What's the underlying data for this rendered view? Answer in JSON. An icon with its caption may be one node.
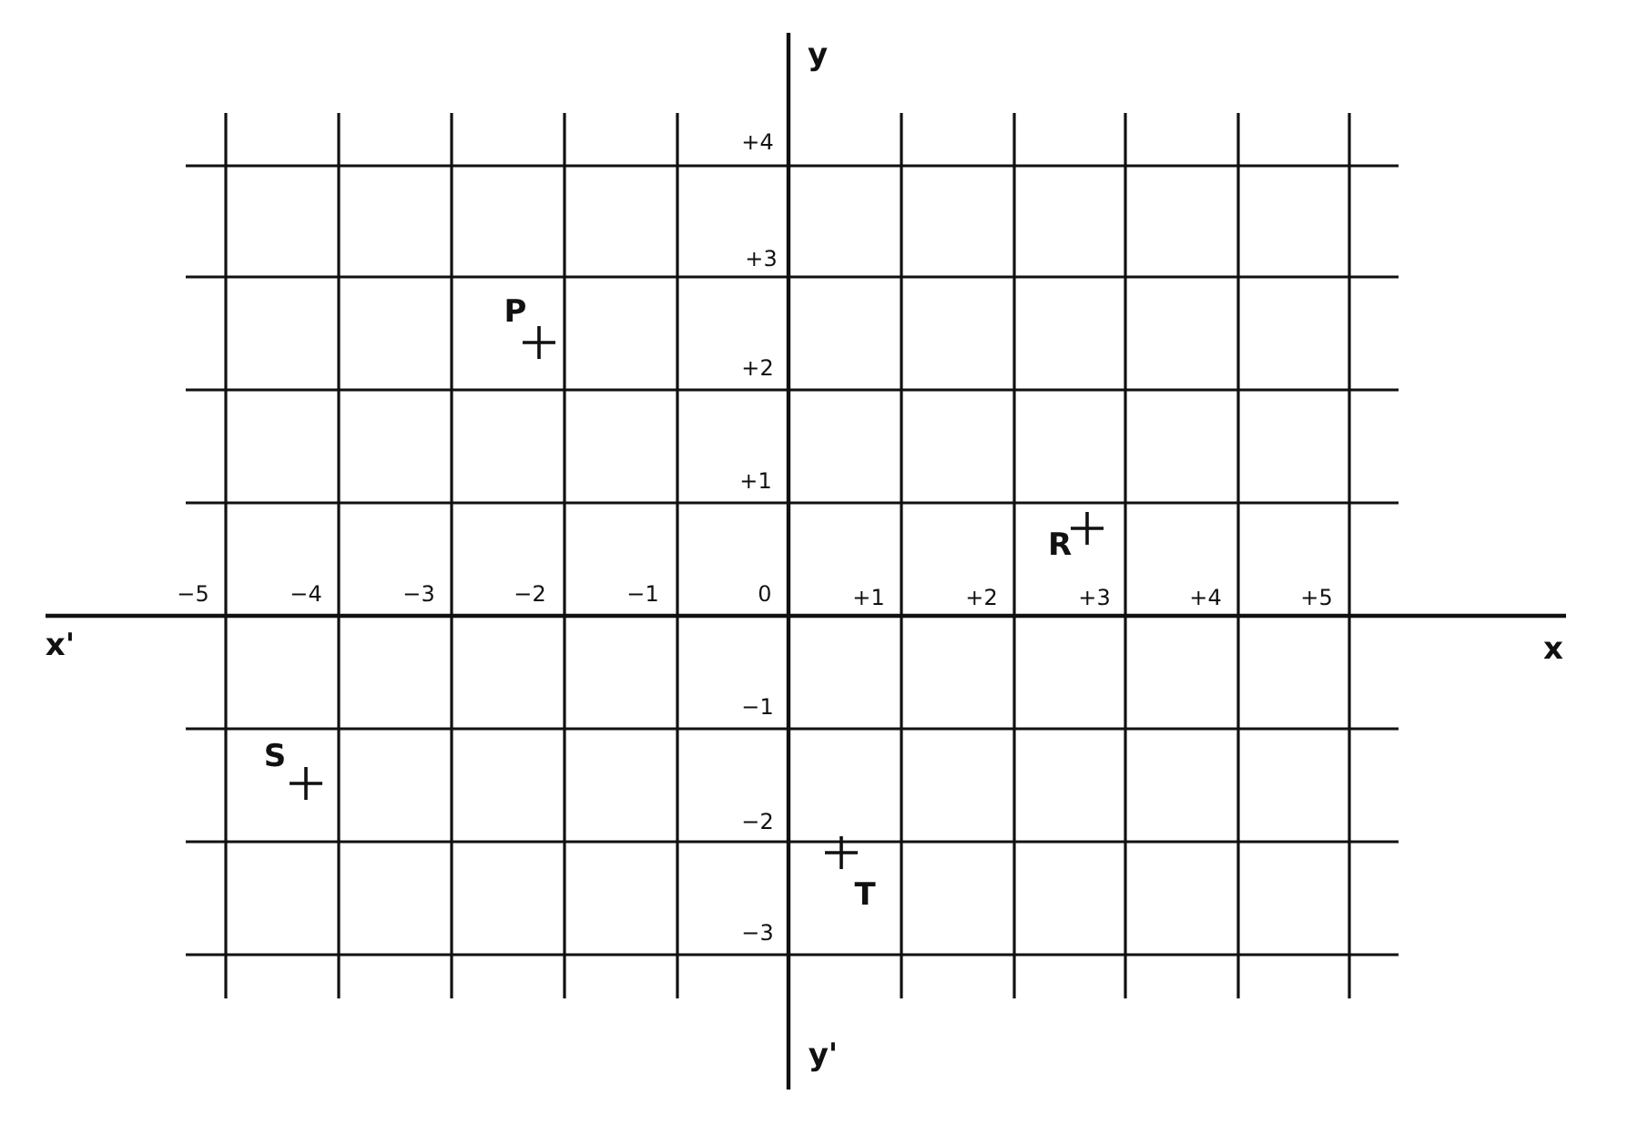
{
  "diagram": {
    "labels": [
      "y",
      "+4",
      "+3",
      "P",
      "+2",
      "+1",
      "R",
      "−5",
      "−4",
      "−3",
      "−2",
      "−1",
      "0",
      "+1",
      "+2",
      "+3",
      "+4",
      "+5",
      "x'",
      "x",
      "−1",
      "S",
      "−2",
      "T",
      "−3",
      "y'"
    ]
  }
}
